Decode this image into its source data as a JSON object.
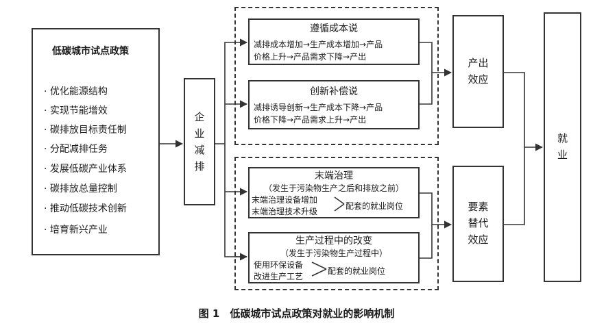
{
  "policy": {
    "title": "低碳城市试点政策",
    "items": [
      "· 优化能源结构",
      "· 实现节能增效",
      "· 碳排放目标责任制",
      "· 分配减排任务",
      "· 发展低碳产业体系",
      "· 碳排放总量控制",
      "· 推动低碳技术创新",
      "· 培育新兴产业"
    ]
  },
  "enterprise": {
    "chars": [
      "企",
      "业",
      "减",
      "排"
    ]
  },
  "cost": {
    "title": "遵循成本说",
    "lines": [
      "减排成本增加→生产成本增加→产品",
      "价格上升→产品需求下降→产出"
    ]
  },
  "innovation": {
    "title": "创新补偿说",
    "lines": [
      "减排诱导创新→生产成本下降→产品",
      "价格下降→产品需求上升→产出"
    ]
  },
  "endtreat": {
    "title": "末端治理",
    "subtitle": "（发生于污染物生产之后和排放之前）",
    "left": [
      "末端治理设备增加",
      "末端治理技术升级"
    ],
    "right": "配套的就业岗位"
  },
  "process": {
    "title": "生产过程中的改变",
    "subtitle": "（发生于污染物生产过程中）",
    "left": [
      "使用环保设备",
      "改进生产工艺"
    ],
    "right": "配套的就业岗位"
  },
  "output": {
    "chars": [
      "产出",
      "效应"
    ]
  },
  "factor": {
    "chars": [
      "要素",
      "替代",
      "效应"
    ]
  },
  "employment": {
    "chars": [
      "就",
      "业"
    ]
  },
  "caption": "图 1　低碳城市试点政策对就业的影响机制"
}
